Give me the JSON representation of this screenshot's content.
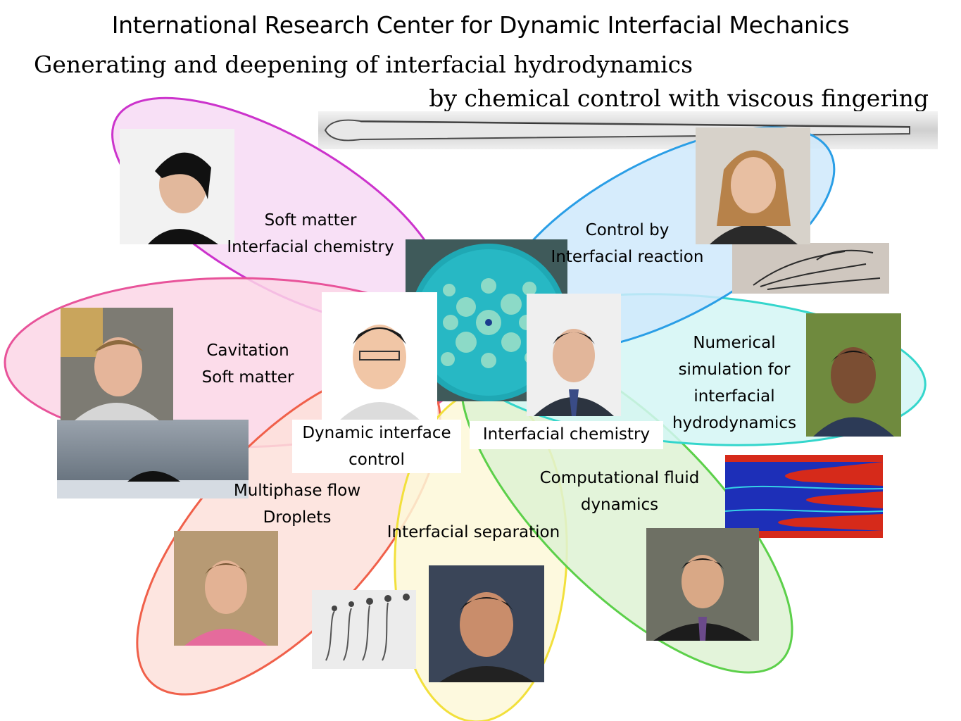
{
  "title": "International Research Center for Dynamic Interfacial Mechanics",
  "subtitle_line1": "Generating and deepening of interfacial hydrodynamics",
  "subtitle_line2": "by chemical control with viscous fingering",
  "colors": {
    "soft_matter_petal": "#f7dbf5",
    "soft_matter_stroke": "#cc33cc",
    "cavitation_petal": "#fbd6e6",
    "cavitation_stroke": "#e8539a",
    "multiphase_petal": "#fde0da",
    "multiphase_stroke": "#f0604a",
    "separation_petal": "#fdf8d8",
    "separation_stroke": "#f2e03c",
    "cfd_petal": "#def2d4",
    "cfd_stroke": "#5cd04a",
    "numerical_petal": "#d4f6f4",
    "numerical_stroke": "#34d6cc",
    "control_petal": "#cfe9fb",
    "control_stroke": "#2a9ee6"
  },
  "labels": {
    "soft_matter": [
      "Soft matter",
      "Interfacial chemistry"
    ],
    "control": [
      "Control by",
      "Interfacial reaction"
    ],
    "cavitation": [
      "Cavitation",
      "Soft matter"
    ],
    "numerical": [
      "Numerical",
      "simulation for",
      "interfacial",
      "hydrodynamics"
    ],
    "dynamic_interface": [
      "Dynamic interface",
      "control"
    ],
    "interfacial_chemistry": [
      "Interfacial chemistry"
    ],
    "multiphase": [
      "Multiphase flow",
      "Droplets"
    ],
    "cfd": [
      "Computational fluid",
      "dynamics"
    ],
    "separation": [
      "Interfacial separation"
    ]
  }
}
